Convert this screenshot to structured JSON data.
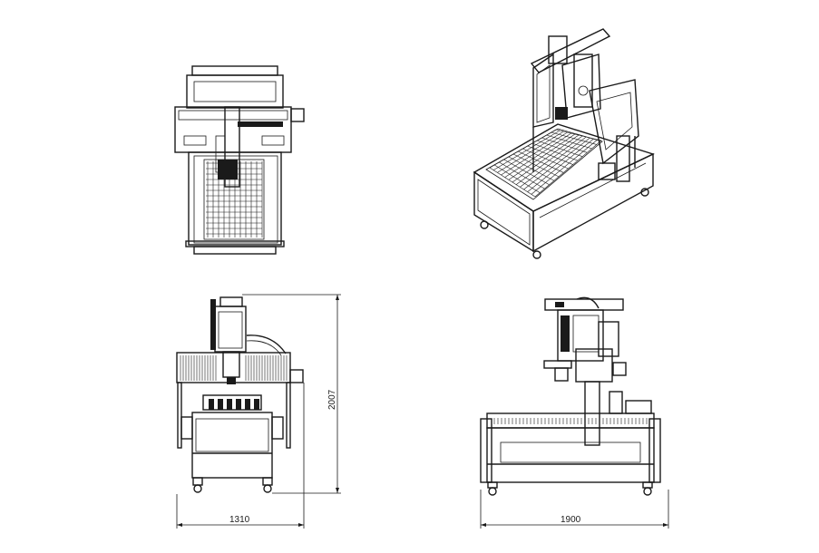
{
  "views": {
    "top": {
      "name": "top-view"
    },
    "iso": {
      "name": "isometric-view"
    },
    "front": {
      "name": "front-view"
    },
    "side": {
      "name": "side-view"
    }
  },
  "dimensions": {
    "front_width": "1310",
    "height": "2007",
    "side_width": "1900"
  }
}
